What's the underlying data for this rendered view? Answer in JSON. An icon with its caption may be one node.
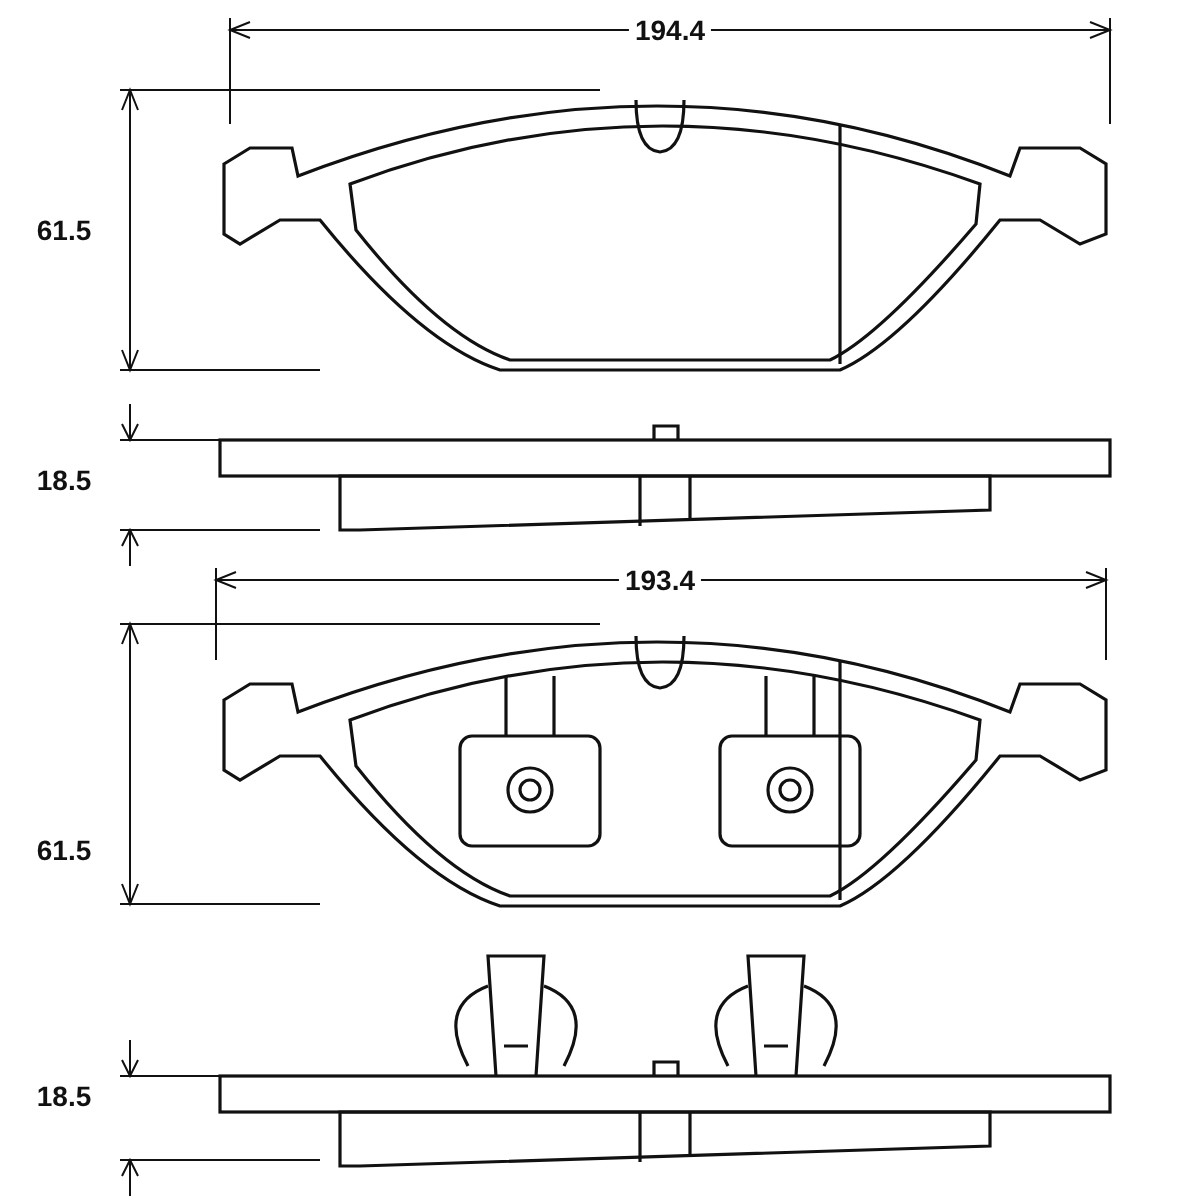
{
  "diagram": {
    "labels": [
      "194.4",
      "61.5",
      "18.5",
      "193.4",
      "61.5",
      "18.5"
    ]
  }
}
